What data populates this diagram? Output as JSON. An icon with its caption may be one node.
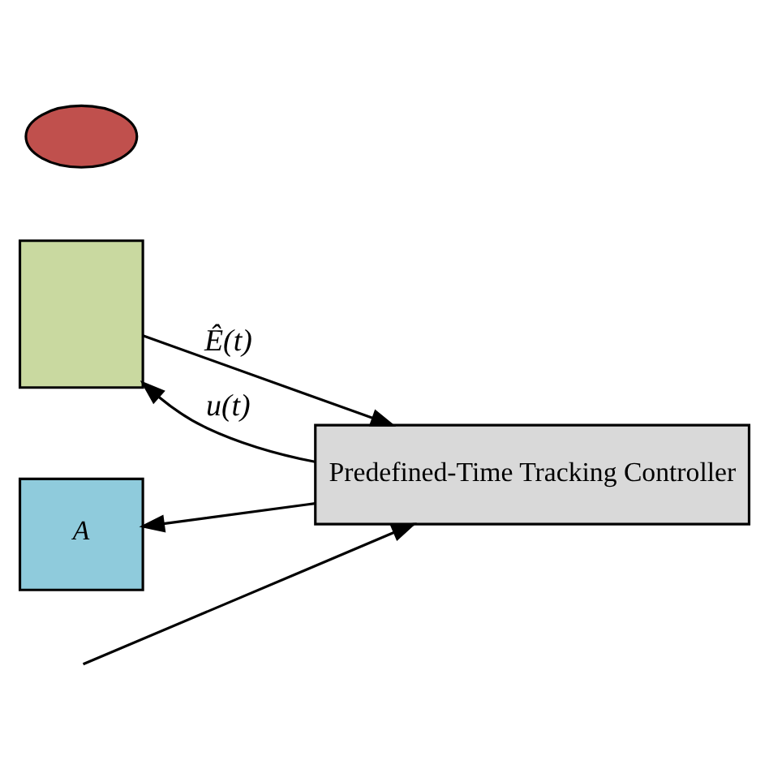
{
  "diagram": {
    "nodes": [
      {
        "text": [],
        "shape": "box"
      },
      {
        "text": [
          "Predefined-Time Tracking Controller"
        ]
      },
      {
        "text": [
          "A"
        ]
      },
      {
        "text": [],
        "shape": "ellipse"
      }
    ],
    "edges": [
      {
        "from": null,
        "to": 1,
        "arrow": "to"
      },
      {
        "from": 0,
        "to": 1,
        "arrow": "to",
        "label": "Ê(t)"
      },
      {
        "from": 1,
        "to": 0,
        "arrow": "to",
        "label": "u(t)"
      },
      {
        "from": 1,
        "to": 2,
        "arrow": "to"
      }
    ]
  }
}
